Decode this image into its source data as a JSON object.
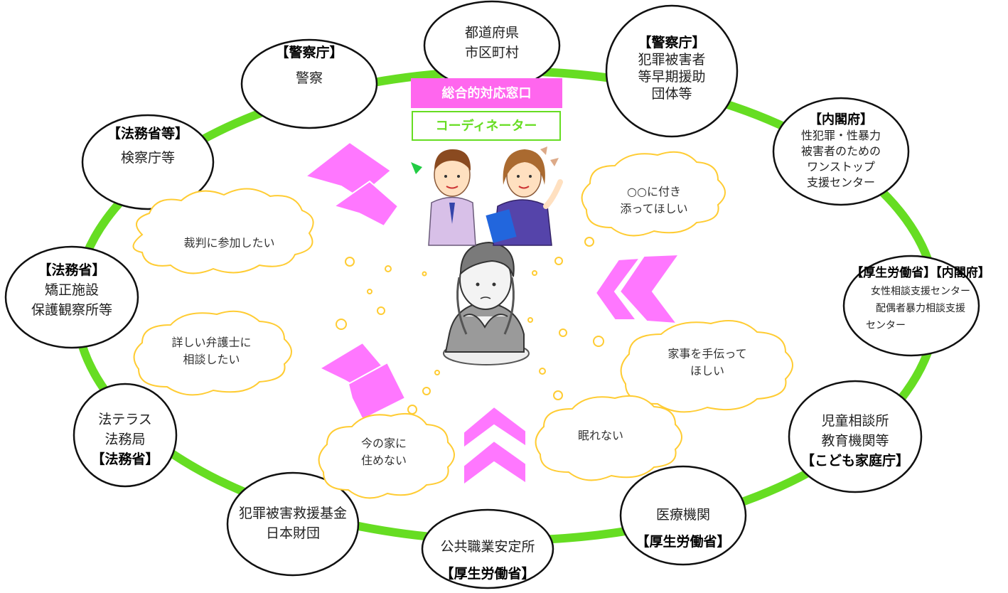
{
  "colors": {
    "ring": "#66dd22",
    "arrow": "#ff77ff",
    "thought": "#ffcc33",
    "window_bg": "#ff66ee",
    "coordinator_border": "#66dd22",
    "coordinator_text": "#66dd22"
  },
  "center": {
    "window_label": "総合的対応窓口",
    "coordinator_label": "コーディネーター"
  },
  "nodes": {
    "prefecture": {
      "line1": "都道府県",
      "line2": "市区町村"
    },
    "police": {
      "ministry": "【警察庁】",
      "name": "警察"
    },
    "victim_support": {
      "ministry": "【警察庁】",
      "line1": "犯罪被害者",
      "line2": "等早期援助",
      "line3": "団体等"
    },
    "onestop": {
      "ministry": "【内閣府】",
      "line1": "性犯罪・性暴力",
      "line2": "被害者のための",
      "line3": "ワンストップ",
      "line4": "支援センター"
    },
    "prosecutor": {
      "ministry": "【法務省等】",
      "name": "検察庁等"
    },
    "correction": {
      "ministry": "【法務省】",
      "line1": "矯正施設",
      "line2": "保護観察所等"
    },
    "women": {
      "ministry": "【厚生労働省】【内閣府】",
      "line1": "女性相談支援センター",
      "line2": "配偶者暴力相談支援",
      "line3": "センター"
    },
    "houterasu": {
      "line1": "法テラス",
      "line2": "法務局",
      "ministry": "【法務省】"
    },
    "child": {
      "line1": "児童相談所",
      "line2": "教育機関等",
      "ministry": "【こども家庭庁】"
    },
    "fund": {
      "line1": "犯罪被害救援基金",
      "line2": "日本財団"
    },
    "hellowork": {
      "name": "公共職業安定所",
      "ministry": "【厚生労働省】"
    },
    "medical": {
      "name": "医療機関",
      "ministry": "【厚生労働省】"
    }
  },
  "thoughts": {
    "trial": "裁判に参加したい",
    "accompany_1": "○○に付き",
    "accompany_2": "添ってほしい",
    "lawyer_1": "詳しい弁護士に",
    "lawyer_2": "相談したい",
    "housework_1": "家事を手伝って",
    "housework_2": "ほしい",
    "house_1": "今の家に",
    "house_2": "住めない",
    "sleep": "眠れない"
  }
}
